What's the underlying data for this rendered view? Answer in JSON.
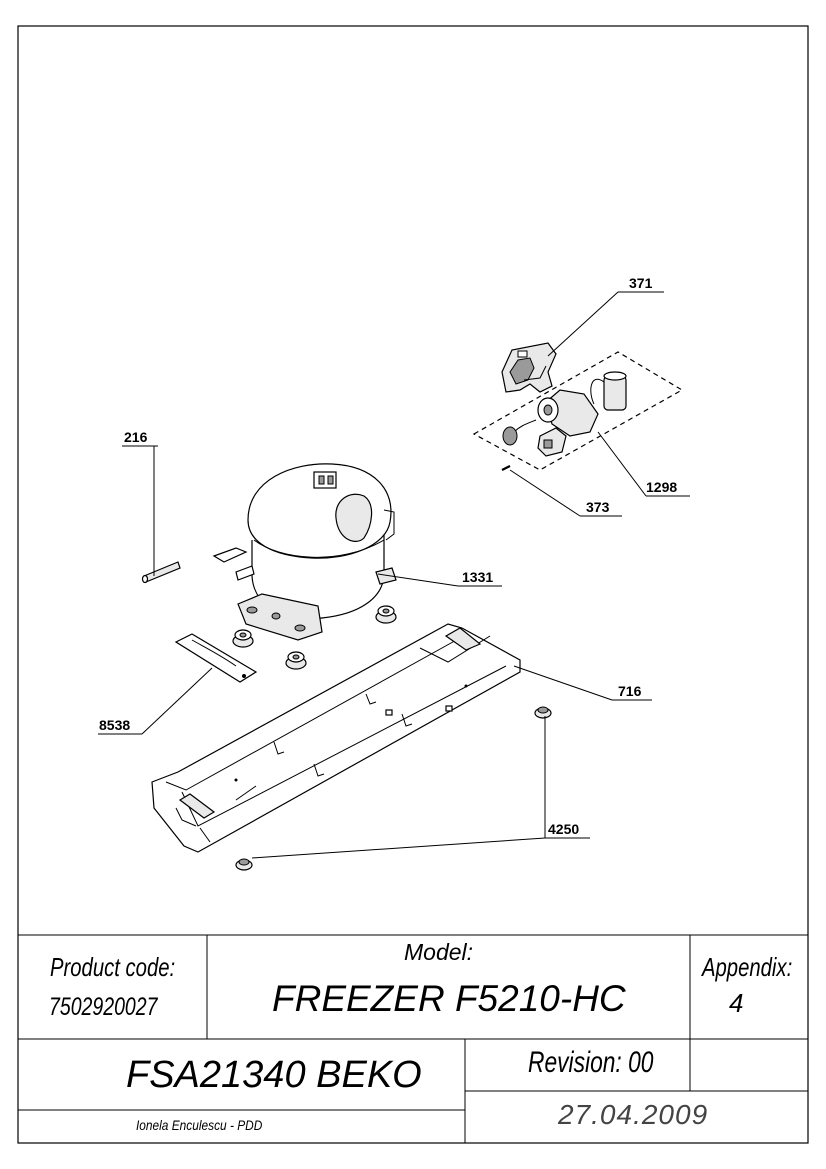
{
  "callouts": {
    "p371": "371",
    "p216": "216",
    "p1298": "1298",
    "p373": "373",
    "p1331": "1331",
    "p8538": "8538",
    "p716": "716",
    "p4250": "4250"
  },
  "title_block": {
    "product_code_label": "Product code:",
    "product_code_value": "7502920027",
    "model_label": "Model:",
    "model_value": "FREEZER F5210-HC",
    "appendix_label": "Appendix:",
    "appendix_value": "4",
    "drawing_title": "FSA21340 BEKO",
    "revision_label": "Revision: 00",
    "author": "Ionela Enculescu - PDD",
    "date": "27.04.2009"
  }
}
